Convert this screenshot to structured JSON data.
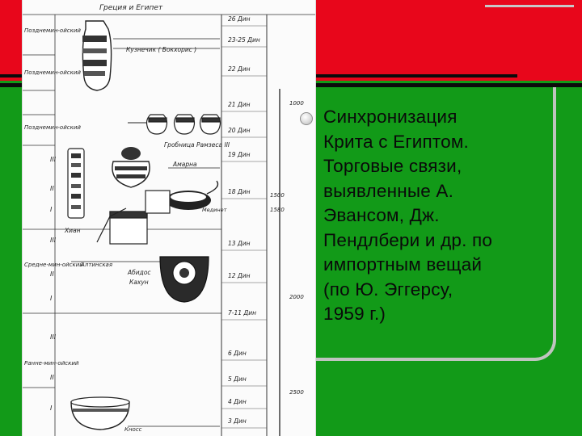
{
  "slide": {
    "bullet_text_lines": [
      "Синхронизация",
      "Крита с Египтом.",
      "Торговые связи,",
      "выявленные А.",
      "Эвансом, Дж.",
      "Пендлбери и др. по",
      "импортным вещай",
      "(по Ю. Эггерсу,",
      "1959 г.)"
    ],
    "bullet_icon": "round-bullet-icon"
  },
  "figure": {
    "header": "Греция   и   Египет",
    "left_labels": [
      "Позднемин-ойский",
      "Позднемин-ойский",
      "Позднемин-ойский",
      "Средне-мин-ойский",
      "Ранне-мин-ойский"
    ],
    "left_periods": [
      "III",
      "II",
      "I",
      "III",
      "II",
      "I",
      "III",
      "II",
      "I"
    ],
    "dynasties": [
      "26 Дин",
      "23-25 Дин",
      "22 Дин",
      "21 Дин",
      "20 Дин",
      "19 Дин",
      "18 Дин",
      "13 Дин",
      "12 Дин",
      "7-11 Дин",
      "6 Дин",
      "5 Дин",
      "4 Дин",
      "3 Дин"
    ],
    "dates": [
      "1000",
      "1500",
      "1580",
      "2000",
      "2500"
    ],
    "annotations": [
      "Кузнечик ( Бокхорис )",
      "Гробница Рамзеса III",
      "Амарна",
      "Мединет",
      "Хиан",
      "Алтинская",
      "Абидос",
      "Кахун",
      "Кносс"
    ],
    "icons": [
      "vase-icon",
      "jar-icon",
      "cartouche-icon",
      "amphora-icon",
      "lamp-icon",
      "bowl-icon",
      "basket-icon"
    ]
  },
  "colors": {
    "background_green": "#129a18",
    "header_red": "#e8061b",
    "text": "#0a0a0a"
  }
}
